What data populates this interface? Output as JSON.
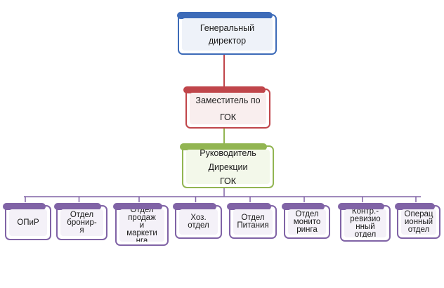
{
  "org_chart": {
    "general_director": {
      "label": "Генеральный\nдиректор"
    },
    "deputy": {
      "label": "Заместитель по\nГОК"
    },
    "head": {
      "label": "Руководитель\nДирекции\nГОК"
    },
    "departments": [
      {
        "label": "ОПиР"
      },
      {
        "label": "Отдел\nбронир-\nя"
      },
      {
        "label": "Отдел\nпродаж\nи\nмаркети\nнга"
      },
      {
        "label": "Хоз.\nотдел"
      },
      {
        "label": "Отдел\nПитания"
      },
      {
        "label": "Отдел\nмонито\nринга"
      },
      {
        "label": "Контр.-\nревизио\nнный\nотдел"
      },
      {
        "label": "Операц\nионный\nотдел"
      }
    ]
  },
  "colors": {
    "director": "#3d6bb8",
    "deputy": "#c0454a",
    "head": "#92b552",
    "department": "#8063a6",
    "connector": "#8063a6",
    "connector_top": "#c0454a"
  }
}
